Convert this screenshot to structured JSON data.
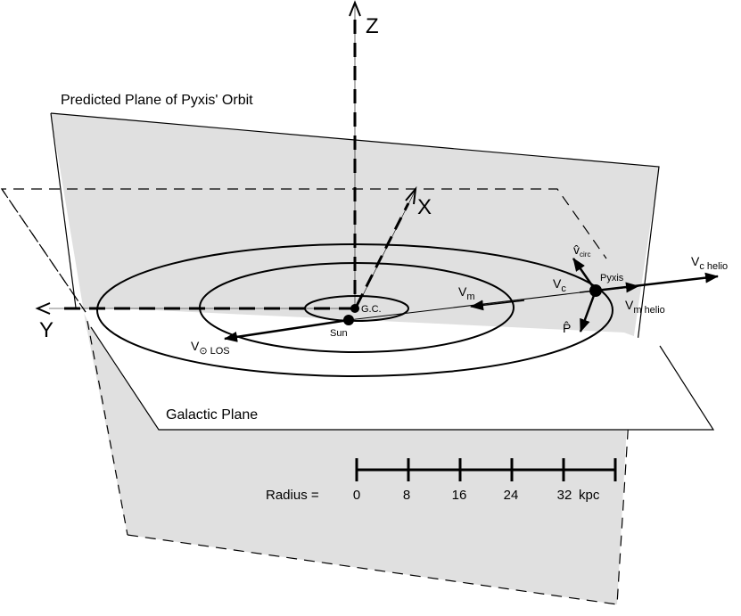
{
  "labels": {
    "orbit_plane": "Predicted Plane of Pyxis' Orbit",
    "galactic_plane": "Galactic Plane",
    "axis_z": "Z",
    "axis_x": "X",
    "axis_y": "Y",
    "galactic_center": "G.C.",
    "sun": "Sun",
    "pyxis": "Pyxis",
    "v_sun_los": "V",
    "v_sun_los_sub": "⊙ LOS",
    "v_m": "V",
    "v_m_sub": "m",
    "v_c": "V",
    "v_c_sub": "c",
    "v_c_helio": "V",
    "v_c_helio_sub": "c helio",
    "v_m_helio": "V",
    "v_m_helio_sub": "m helio",
    "v_circ": "v̂",
    "v_circ_sub": "circ",
    "p_hat": "P̂"
  },
  "scale_bar": {
    "label": "Radius =",
    "ticks": [
      "0",
      "8",
      "16",
      "24"
    ],
    "last_tick": "32",
    "unit": "kpc"
  },
  "colors": {
    "plane_fill": "#e0e0e0",
    "ink": "#000000",
    "background": "#ffffff"
  }
}
